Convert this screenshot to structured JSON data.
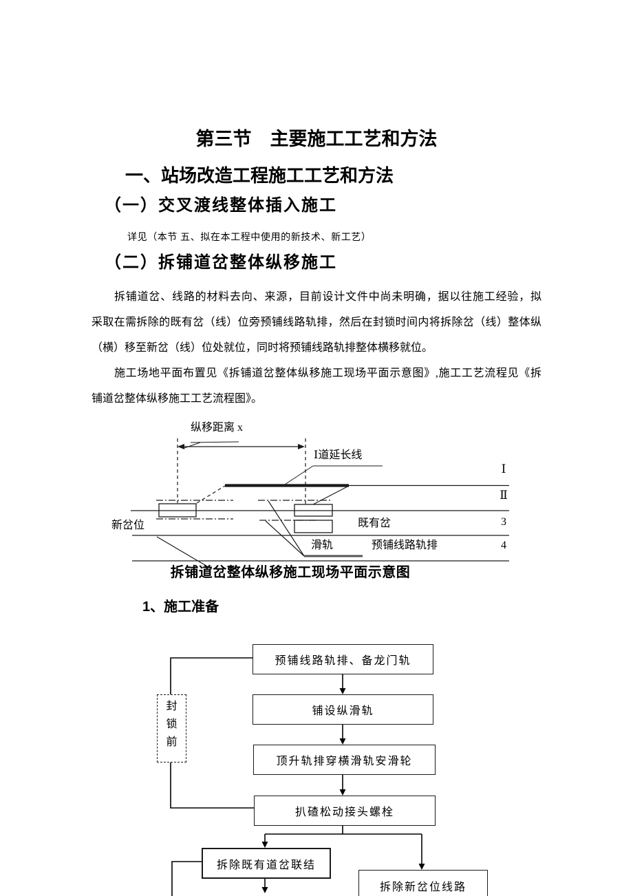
{
  "doc": {
    "title": "第三节　主要施工工艺和方法",
    "heading_1": "一、站场改造工程施工工艺和方法",
    "heading_1_1": "（一）交叉渡线整体插入施工",
    "note": "详见（本节 五、拟在本工程中使用的新技术、新工艺）",
    "heading_1_2": "（二）拆铺道岔整体纵移施工",
    "para1_lines": [
      "拆铺道岔、线路的材料去向、来源，目前设计文件中尚未明确，据以往施工经验，拟",
      "采取在需拆除的既有岔（线）位旁预铺线路轨排，然后在封锁时间内将拆除岔（线）整体纵",
      "（横）移至新岔（线）位处就位，同时将预铺线路轨排整体横移就位。"
    ],
    "para2_lines": [
      "施工场地平面布置见《拆铺道岔整体纵移施工现场平面示意图》,施工工艺流程见《拆",
      "铺道岔整体纵移施工工艺流程图》。"
    ],
    "figure_caption": "拆铺道岔整体纵移施工现场平面示意图",
    "heading_step1": "1、施工准备"
  },
  "diagram": {
    "labels": {
      "move_distance": "纵移距离 x",
      "track1_extension": "Ⅰ道延长线",
      "new_switch_position": "新岔位",
      "existing_switch": "既有岔",
      "slide_rail": "滑轨",
      "prelaid_track_panel": "预铺线路轨排",
      "track_I": "Ⅰ",
      "track_II": "Ⅱ",
      "track_3": "3",
      "track_4": "4"
    }
  },
  "flowchart": {
    "side_label": "封锁前",
    "boxes": [
      {
        "label": "预铺线路轨排、备龙门轨"
      },
      {
        "label": "铺设纵滑轨"
      },
      {
        "label": "顶升轨排穿横滑轨安滑轮"
      },
      {
        "label": "扒碴松动接头螺栓"
      },
      {
        "label": "拆除既有道岔联结"
      },
      {
        "label": "拆除新岔位线路"
      }
    ]
  },
  "colors": {
    "ink": "#1a1a1a",
    "slide_rail_bar": "#555555"
  }
}
